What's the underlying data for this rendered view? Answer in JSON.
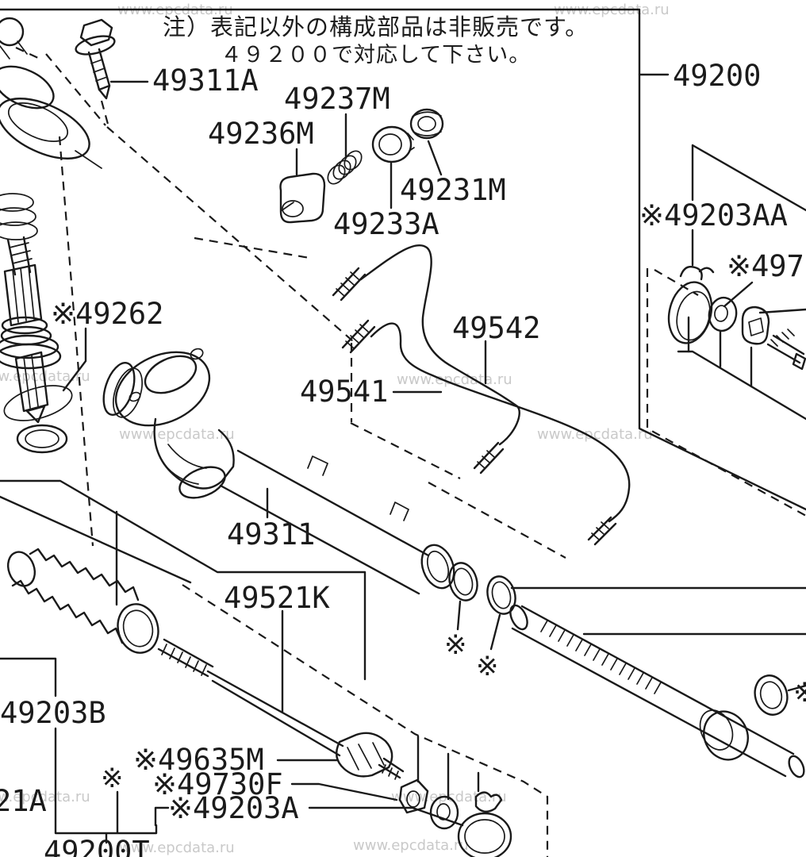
{
  "note": {
    "line1": "注）表記以外の構成部品は非販売です。",
    "line2": "４９２００で対応して下さい。"
  },
  "watermark": "www.epcdata.ru",
  "labels": {
    "l49311A": "49311A",
    "l49237M": "49237M",
    "l49236M": "49236M",
    "l49231M": "49231M",
    "l49233A": "49233A",
    "l49200": "49200",
    "l49203AA": "※49203AA",
    "l497_partial": "※497",
    "l49262": "※49262",
    "l49542": "49542",
    "l49541": "49541",
    "l49311": "49311",
    "l49521K": "49521K",
    "l49203B": "49203B",
    "l49635M": "※49635M",
    "l49730F": "※49730F",
    "l49203A": "※49203A",
    "l21A_partial": "21A",
    "l49200T_partial": "49200T",
    "asterisk": "※"
  }
}
